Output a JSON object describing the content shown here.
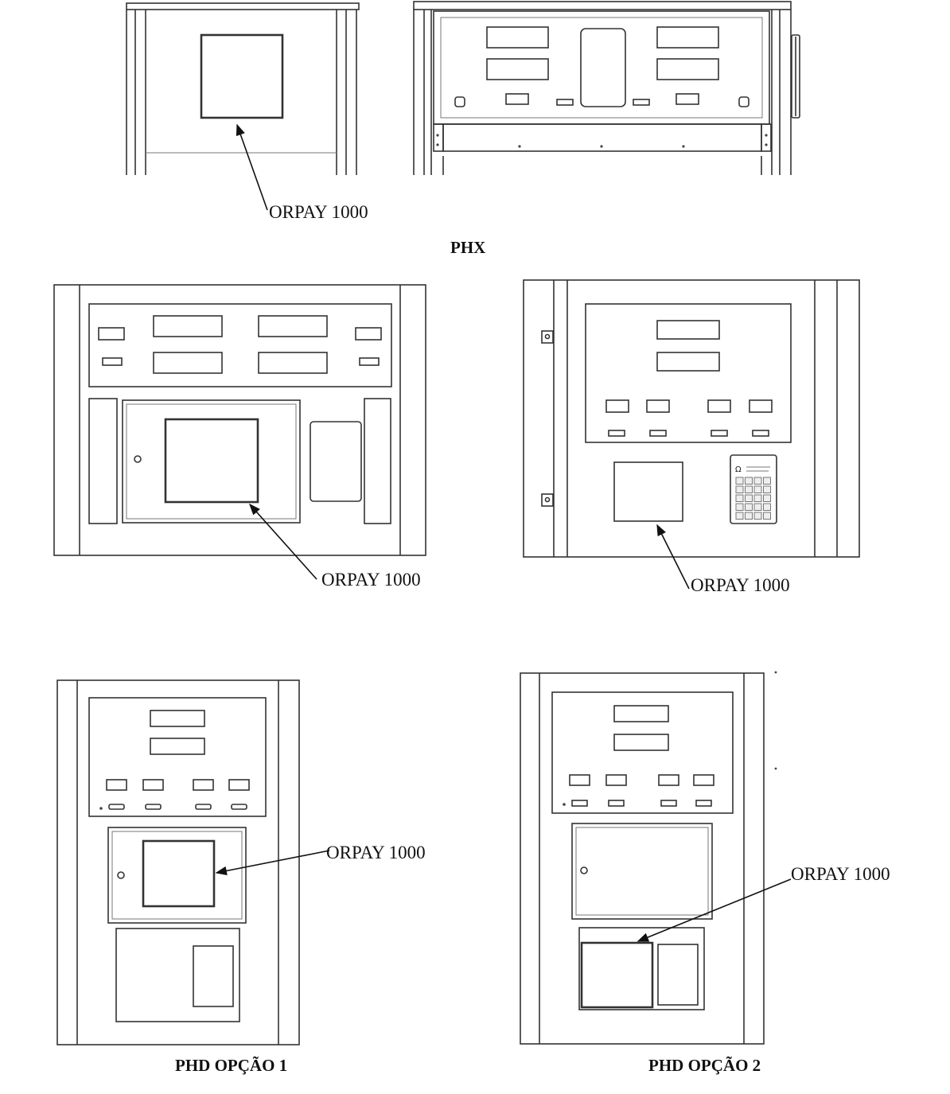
{
  "diagram": {
    "device_label": "ORPAY 1000",
    "titles": {
      "phx": "PHX",
      "phd_option_1": "PHD OPÇÃO  1",
      "phd_option_2": "PHD OPÇÃO 2"
    },
    "keypad_brand": "Ω",
    "colors": {
      "line": "#333333",
      "panel_fill": "#eeeeee",
      "text": "#111111",
      "background": "#ffffff"
    }
  }
}
